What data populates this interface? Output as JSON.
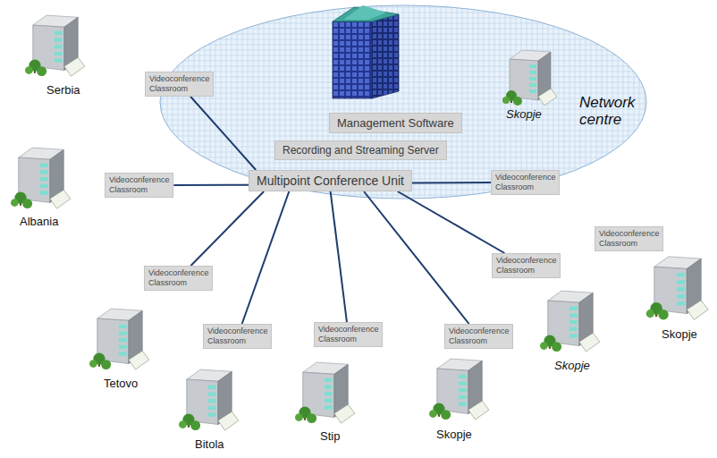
{
  "diagram": {
    "nodes": [
      {
        "text": [
          "Network centre"
        ]
      },
      {
        "text": [
          "Management Software"
        ],
        "in": 0
      },
      {
        "text": [
          "Recording and Streaming Server"
        ],
        "in": 0
      },
      {
        "text": [
          "Multipoint Conference Unit"
        ],
        "in": 0
      },
      {
        "text": [
          "Videoconference Classroom"
        ]
      },
      {
        "text": [
          "Videoconference Classroom"
        ]
      },
      {
        "text": [
          "Videoconference Classroom"
        ]
      },
      {
        "text": [
          "Videoconference Classroom"
        ]
      },
      {
        "text": [
          "Videoconference Classroom"
        ]
      },
      {
        "text": [
          "Videoconference Classroom"
        ]
      },
      {
        "text": [
          "Videoconference Classroom"
        ]
      },
      {
        "text": [
          "Videoconference Classroom"
        ]
      },
      {
        "text": [
          "Videoconference Classroom"
        ]
      }
    ],
    "edges": [
      {
        "from": 3,
        "to": 4,
        "arrow": "none"
      },
      {
        "from": 3,
        "to": 5,
        "arrow": "none"
      },
      {
        "from": 3,
        "to": 6,
        "arrow": "none"
      },
      {
        "from": 3,
        "to": 7,
        "arrow": "none"
      },
      {
        "from": 3,
        "to": 8,
        "arrow": "none"
      },
      {
        "from": 3,
        "to": 9,
        "arrow": "none"
      },
      {
        "from": 3,
        "to": 10,
        "arrow": "none"
      },
      {
        "from": 3,
        "to": 11,
        "arrow": "none"
      }
    ],
    "labels": [
      "Serbia",
      "Albania",
      "Skopje",
      "Tetovo",
      "Bitola",
      "Stip",
      "Skopje",
      "Skopje",
      "Skopje"
    ]
  }
}
